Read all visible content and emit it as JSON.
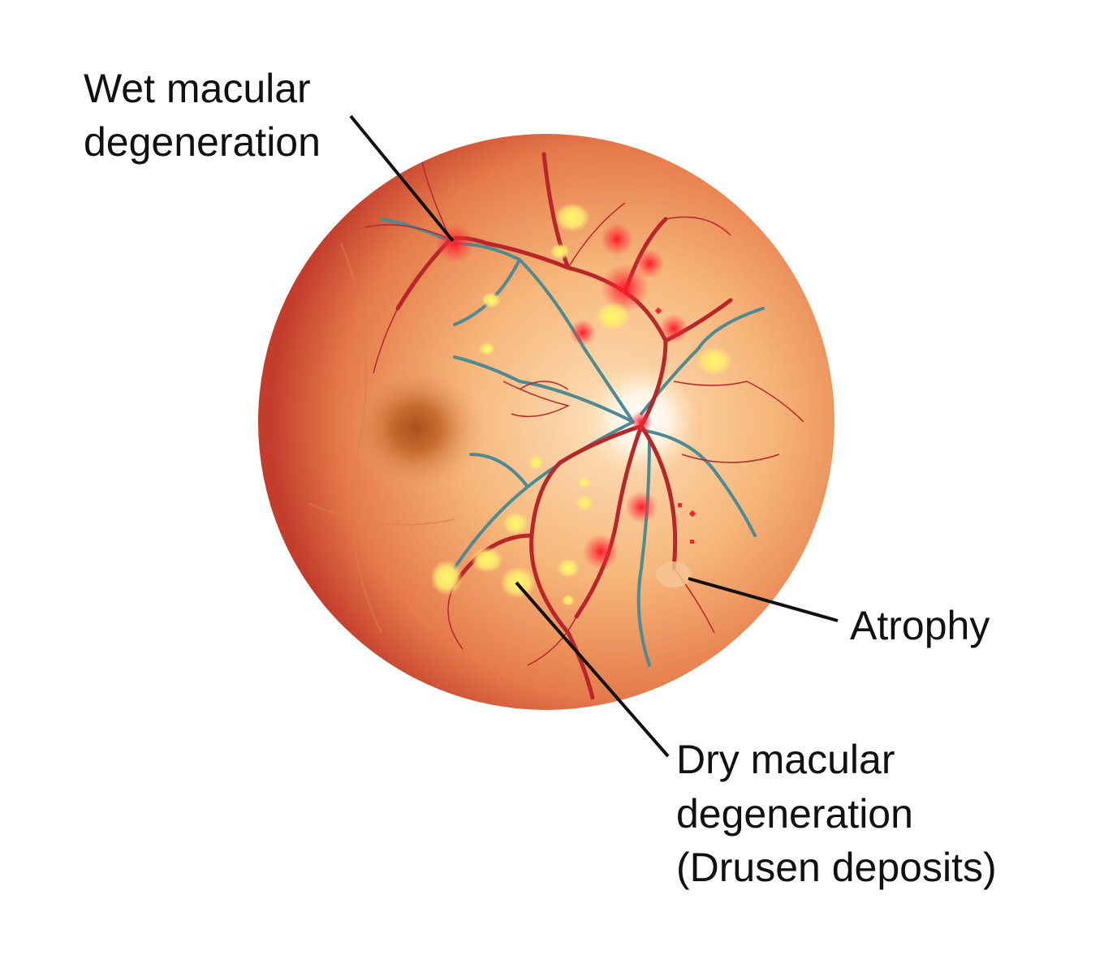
{
  "labels": {
    "wet": [
      "Wet macular",
      "degeneration"
    ],
    "atrophy": "Atrophy",
    "dry": [
      "Dry macular",
      "degeneration",
      "(Drusen deposits)"
    ]
  },
  "colors": {
    "rim": "#c8402e",
    "center": "#fbd3a0",
    "artery": "#b8262a",
    "vein": "#4e8a94",
    "drusen": "#fff27a",
    "hemorrhage": "#ff2030",
    "macula": "#a8501e"
  }
}
